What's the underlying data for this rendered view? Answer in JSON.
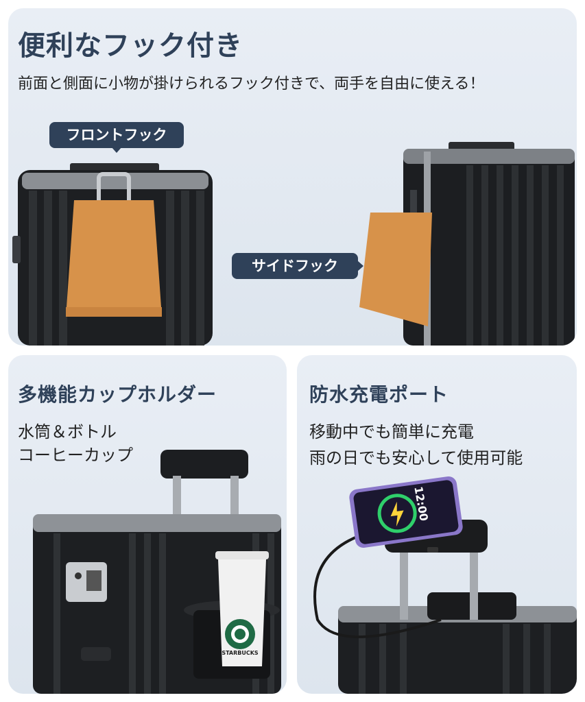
{
  "top": {
    "title": "便利なフック付き",
    "subtitle": "前面と側面に小物が掛けられるフック付きで、両手を自由に使える！",
    "front_tag": "フロントフック",
    "side_tag": "サイドフック"
  },
  "cup": {
    "title": "多機能カップホルダー",
    "line1": "水筒＆ボトル",
    "line2": "コーヒーカップ",
    "cup_brand": "STARBUCKS"
  },
  "port": {
    "title": "防水充電ポート",
    "line1": "移動中でも簡単に充電",
    "line2": "雨の日でも安心して使用可能",
    "phone_time": "12:00"
  },
  "colors": {
    "navy": "#2f4159",
    "bag": "#d7924a",
    "suitcase": "#1d1f22"
  }
}
